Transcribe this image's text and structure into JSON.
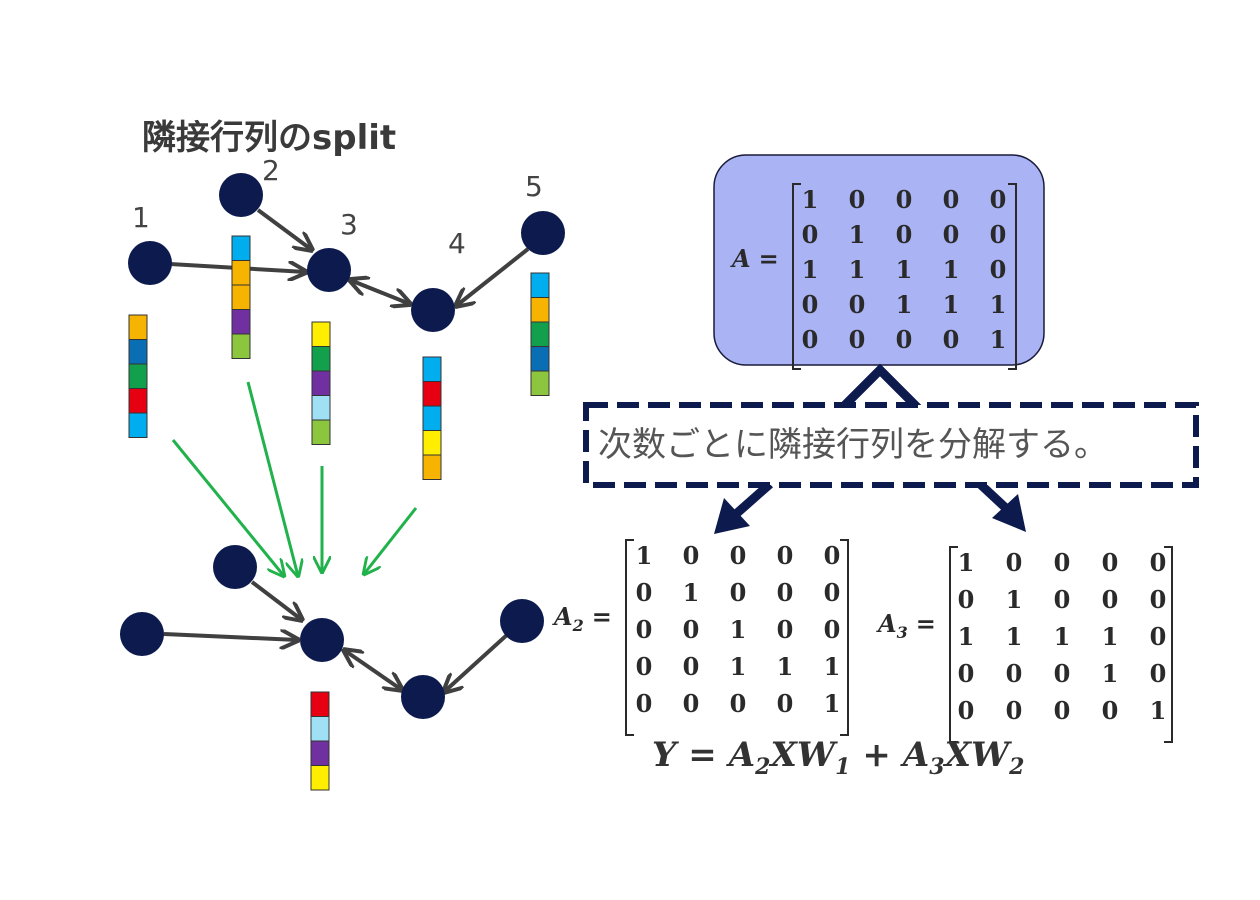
{
  "title": "隣接行列のsplit",
  "caption": "次数ごとに隣接行列を分解する。",
  "graph_top": {
    "nodes": [
      {
        "label": "1",
        "feature": [
          "#f6b400",
          "#0a6eb4",
          "#13a04c",
          "#e60012",
          "#00aeef"
        ]
      },
      {
        "label": "2",
        "feature": [
          "#00aeef",
          "#f6b400",
          "#f6b400",
          "#7030a0",
          "#8cc63f"
        ]
      },
      {
        "label": "3",
        "feature": [
          "#ffee00",
          "#13a04c",
          "#7030a0",
          "#9fe0f5",
          "#8cc63f"
        ]
      },
      {
        "label": "4",
        "feature": [
          "#00aeef",
          "#e60012",
          "#00aeef",
          "#ffee00",
          "#f6b400"
        ]
      },
      {
        "label": "5",
        "feature": [
          "#00aeef",
          "#f6b400",
          "#13a04c",
          "#0a6eb4",
          "#8cc63f"
        ]
      }
    ]
  },
  "graph_bottom": {
    "aggregated_feature": [
      "#e60012",
      "#9fe0f5",
      "#7030a0",
      "#ffee00"
    ]
  },
  "colors": {
    "node": "#0c1a4e",
    "edge": "#404040",
    "green_arrow": "#21b24b",
    "matrix_box_fill": "#aab4f5",
    "highlight": "#e02020",
    "dark_arrow": "#0c1a4e"
  },
  "matrix_A": {
    "symbol": "A",
    "rows": [
      [
        1,
        0,
        0,
        0,
        0
      ],
      [
        0,
        1,
        0,
        0,
        0
      ],
      [
        1,
        1,
        1,
        1,
        0
      ],
      [
        0,
        0,
        1,
        1,
        1
      ],
      [
        0,
        0,
        0,
        0,
        1
      ]
    ]
  },
  "matrix_A2": {
    "symbol": "A",
    "subscript": "2",
    "rows": [
      [
        1,
        0,
        0,
        0,
        0
      ],
      [
        0,
        1,
        0,
        0,
        0
      ],
      [
        0,
        0,
        1,
        0,
        0
      ],
      [
        0,
        0,
        1,
        1,
        1
      ],
      [
        0,
        0,
        0,
        0,
        1
      ]
    ],
    "highlight": [
      [
        2,
        0
      ],
      [
        2,
        1
      ],
      [
        2,
        3
      ],
      [
        3,
        2
      ],
      [
        3,
        4
      ]
    ]
  },
  "matrix_A3": {
    "symbol": "A",
    "subscript": "3",
    "rows": [
      [
        1,
        0,
        0,
        0,
        0
      ],
      [
        0,
        1,
        0,
        0,
        0
      ],
      [
        1,
        1,
        1,
        1,
        0
      ],
      [
        0,
        0,
        0,
        1,
        0
      ],
      [
        0,
        0,
        0,
        0,
        1
      ]
    ],
    "highlight": [
      [
        2,
        0
      ],
      [
        2,
        1
      ],
      [
        2,
        3
      ],
      [
        3,
        2
      ],
      [
        3,
        4
      ]
    ]
  },
  "formula": {
    "lhs": "Y",
    "eq": "=",
    "t1_a": "A",
    "t1_as": "2",
    "t1_x": "XW",
    "t1_ws": "1",
    "plus": "+",
    "t2_a": "A",
    "t2_as": "3",
    "t2_x": "XW",
    "t2_ws": "2"
  }
}
